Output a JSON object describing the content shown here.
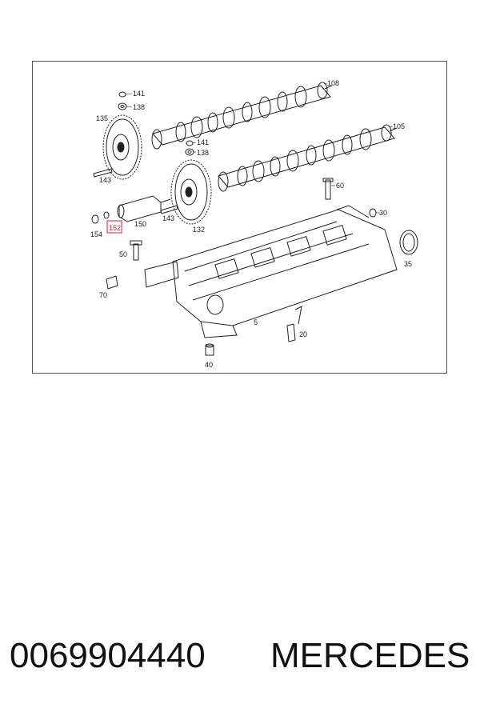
{
  "diagram": {
    "callouts": {
      "c141a": "141",
      "c138a": "138",
      "c135": "135",
      "c108": "108",
      "c105": "105",
      "c141b": "141",
      "c138b": "138",
      "c143a": "143",
      "c60": "60",
      "c30": "30",
      "c154": "154",
      "c152": "152",
      "c150": "150",
      "c143b": "143",
      "c132": "132",
      "c50": "50",
      "c35": "35",
      "c70": "70",
      "c5": "5",
      "c20": "20",
      "c40": "40"
    },
    "highlighted_callout": "152",
    "highlight_color": "#d81f2a"
  },
  "footer": {
    "part_number": "0069904440",
    "brand": "MERCEDES"
  }
}
